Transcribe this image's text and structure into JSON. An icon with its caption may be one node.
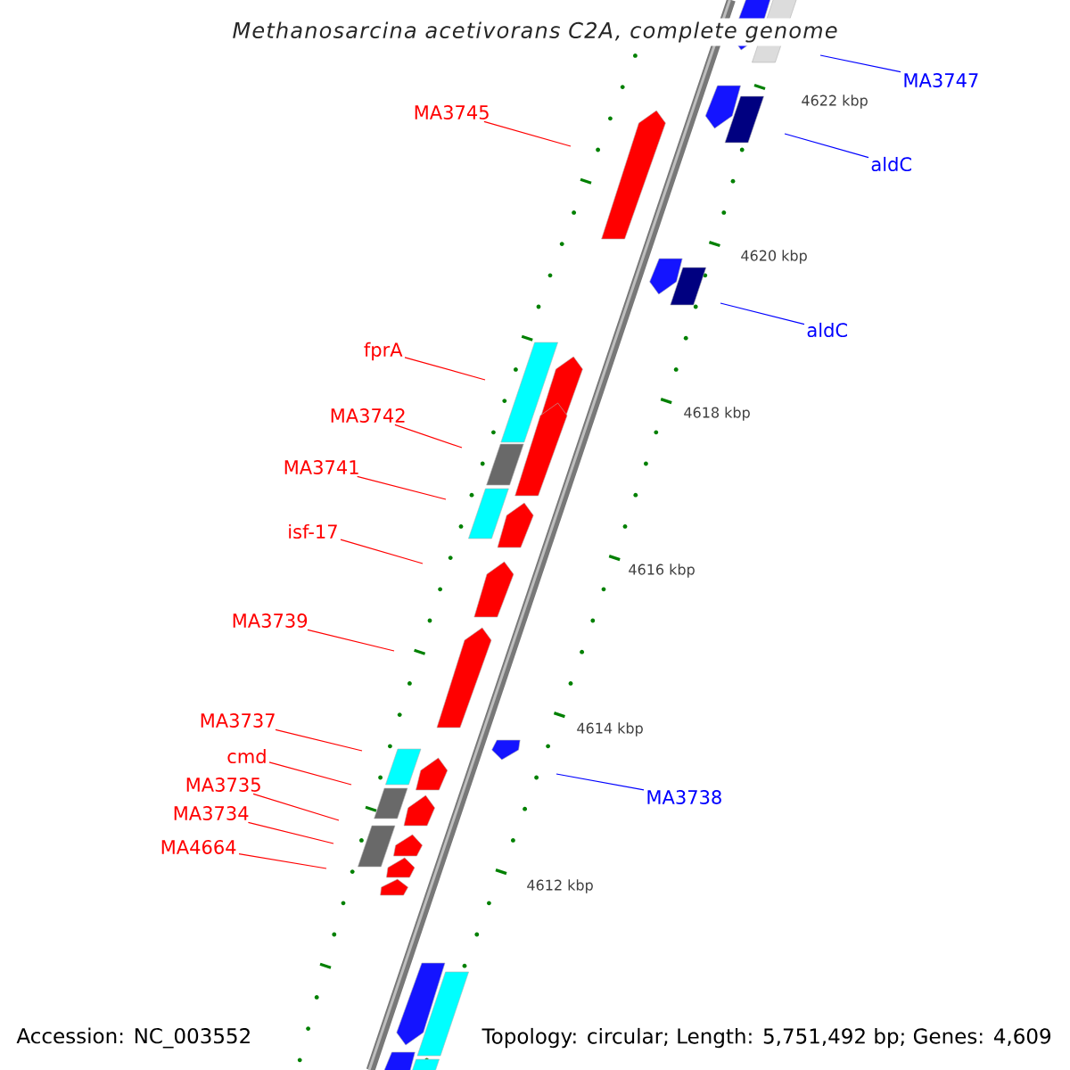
{
  "diagram": {
    "title": "Methanosarcina acetivorans C2A, complete genome",
    "nodes": [
      {
        "text": [
          "MA3747"
        ]
      },
      {
        "text": [
          "MA3745"
        ]
      },
      {
        "text": [
          "aldC"
        ]
      },
      {
        "text": [
          "aldC"
        ]
      },
      {
        "text": [
          "fprA"
        ]
      },
      {
        "text": [
          "MA3742"
        ]
      },
      {
        "text": [
          "MA3741"
        ]
      },
      {
        "text": [
          "isf-17"
        ]
      },
      {
        "text": [
          "MA3739"
        ]
      },
      {
        "text": [
          "MA3737"
        ]
      },
      {
        "text": [
          "cmd"
        ]
      },
      {
        "text": [
          "MA3738"
        ]
      },
      {
        "text": [
          "MA3735"
        ]
      },
      {
        "text": [
          "MA3734"
        ]
      },
      {
        "text": [
          "MA4664"
        ]
      }
    ],
    "edges": [
      {
        "from": 0,
        "to": null,
        "arrow": "none",
        "color": "#0000ff"
      },
      {
        "from": 1,
        "to": null,
        "arrow": "none"
      },
      {
        "from": 2,
        "to": null,
        "arrow": "none",
        "color": "#0000ff"
      },
      {
        "from": 3,
        "to": null,
        "arrow": "none",
        "color": "#0000ff"
      },
      {
        "from": 4,
        "to": null,
        "arrow": "none"
      },
      {
        "from": 5,
        "to": null,
        "arrow": "none"
      },
      {
        "from": 6,
        "to": null,
        "arrow": "none"
      },
      {
        "from": 7,
        "to": null,
        "arrow": "none"
      },
      {
        "from": 8,
        "to": null,
        "arrow": "none"
      },
      {
        "from": 9,
        "to": null,
        "arrow": "none"
      },
      {
        "from": 10,
        "to": null,
        "arrow": "none"
      },
      {
        "from": 11,
        "to": null,
        "arrow": "none",
        "color": "#0000ff"
      },
      {
        "from": 12,
        "to": null,
        "arrow": "none"
      },
      {
        "from": 13,
        "to": null,
        "arrow": "none"
      },
      {
        "from": 14,
        "to": null,
        "arrow": "none"
      }
    ],
    "labels": [
      "4622 kbp",
      "4620 kbp",
      "4618 kbp",
      "4616 kbp",
      "4614 kbp",
      "4612 kbp",
      "Accession: NC_003552",
      "Topology: circular; Length: 5,751,492 bp; Genes: 4,609"
    ]
  }
}
